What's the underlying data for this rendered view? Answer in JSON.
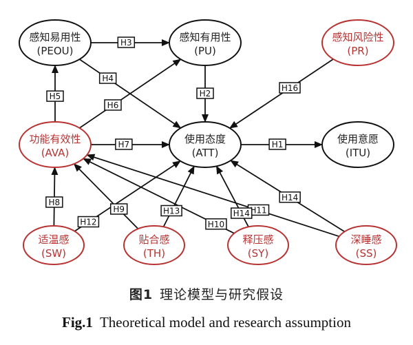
{
  "colors": {
    "core_stroke": "#111111",
    "core_text": "#222222",
    "factor_stroke": "#b83232",
    "factor_text": "#b83232"
  },
  "nodes": [
    {
      "id": "PEOU",
      "name_cn": "感知易用性",
      "abbr": "(PEOU)",
      "kind": "core"
    },
    {
      "id": "PU",
      "name_cn": "感知有用性",
      "abbr": "(PU)",
      "kind": "core"
    },
    {
      "id": "PR",
      "name_cn": "感知风险性",
      "abbr": "(PR)",
      "kind": "factor"
    },
    {
      "id": "AVA",
      "name_cn": "功能有效性",
      "abbr": "(AVA)",
      "kind": "factor"
    },
    {
      "id": "ATT",
      "name_cn": "使用态度",
      "abbr": "(ATT)",
      "kind": "core"
    },
    {
      "id": "ITU",
      "name_cn": "使用意愿",
      "abbr": "(ITU)",
      "kind": "core"
    },
    {
      "id": "SW",
      "name_cn": "适温感",
      "abbr": "(SW)",
      "kind": "factor"
    },
    {
      "id": "TH",
      "name_cn": "贴合感",
      "abbr": "(TH)",
      "kind": "factor"
    },
    {
      "id": "SY",
      "name_cn": "释压感",
      "abbr": "(SY)",
      "kind": "factor"
    },
    {
      "id": "SS",
      "name_cn": "深睡感",
      "abbr": "(SS)",
      "kind": "factor"
    }
  ],
  "edges": [
    {
      "label": "H1",
      "from": "ATT",
      "to": "ITU"
    },
    {
      "label": "H2",
      "from": "PU",
      "to": "ATT"
    },
    {
      "label": "H3",
      "from": "PEOU",
      "to": "PU"
    },
    {
      "label": "H4",
      "from": "PEOU",
      "to": "ATT"
    },
    {
      "label": "H5",
      "from": "AVA",
      "to": "PEOU"
    },
    {
      "label": "H6",
      "from": "AVA",
      "to": "PU"
    },
    {
      "label": "H7",
      "from": "AVA",
      "to": "ATT"
    },
    {
      "label": "H8",
      "from": "SW",
      "to": "AVA"
    },
    {
      "label": "H9",
      "from": "TH",
      "to": "AVA"
    },
    {
      "label": "H10",
      "from": "SY",
      "to": "AVA"
    },
    {
      "label": "H11",
      "from": "SS",
      "to": "AVA"
    },
    {
      "label": "H12",
      "from": "SW",
      "to": "ATT"
    },
    {
      "label": "H13",
      "from": "TH",
      "to": "ATT"
    },
    {
      "label": "H14",
      "from": "SY",
      "to": "ATT"
    },
    {
      "label": "H14",
      "from": "SS",
      "to": "ATT"
    },
    {
      "label": "H16",
      "from": "PR",
      "to": "ATT"
    }
  ],
  "caption": {
    "cn_fig_no": "图1",
    "cn_title": "理论模型与研究假设",
    "en_fig_no": "Fig.1",
    "en_title": "Theoretical model and research assumption"
  }
}
